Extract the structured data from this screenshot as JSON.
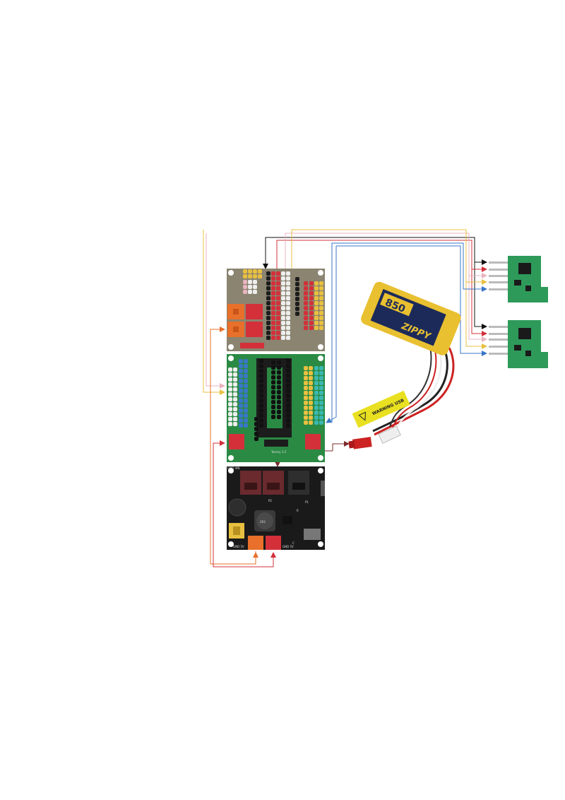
{
  "diagram": {
    "labels": {
      "teensy": "Teensy 3.2",
      "inductor": "2R2",
      "bat_brand": "ZIPPY",
      "bat_capacity": "850",
      "bat_tag": "WARNING USB",
      "pwr_gnd_vin": "GND VIN",
      "pwr_gnd_5v": "GND 5V",
      "pwr_gnd_5v_2": "GND 5V",
      "pwr_p2": "P2",
      "pwr_p1": "P1",
      "pwr_r": "R",
      "pwr_c": "C"
    },
    "colors": {
      "black": "#111111",
      "red": "#d3303a",
      "yellow": "#e8c040",
      "pink": "#e8b4c0",
      "blue": "#3a76c8",
      "orange": "#e8702a",
      "darkred": "#7a2a2a",
      "board_tan": "#8a8470",
      "board_green": "#2a8a44",
      "board_black": "#1a1a1a",
      "sensor_green": "#2e9a5a"
    }
  }
}
